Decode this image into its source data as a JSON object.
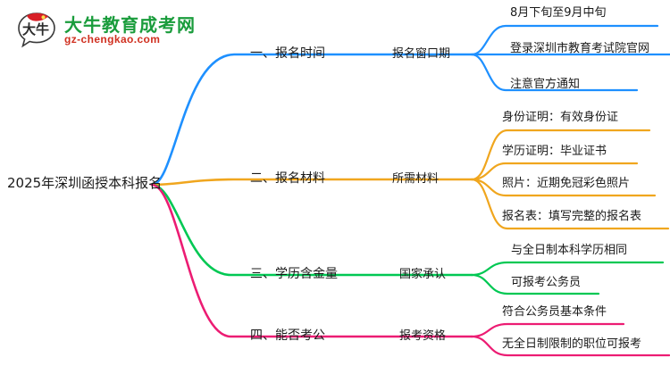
{
  "logo": {
    "mark_name": "daniu-speech-bubble-logo",
    "title_cn": "大牛教育成考网",
    "title_en": "gz-chengkao.com",
    "mark_text": "大牛"
  },
  "mindmap": {
    "root": {
      "label": "2025年深圳函授本科报名"
    },
    "colors": {
      "blue": "#1E90FF",
      "orange": "#F0A61E",
      "green": "#00C853",
      "pink": "#EC1C73"
    },
    "branches": [
      {
        "color_key": "blue",
        "color": "#1E90FF",
        "level1": "一、报名时间",
        "level2": "报名窗口期",
        "leaves": [
          "8月下旬至9月中旬",
          "登录深圳市教育考试院官网",
          "注意官方通知"
        ]
      },
      {
        "color_key": "orange",
        "color": "#F0A61E",
        "level1": "二、报名材料",
        "level2": "所需材料",
        "leaves": [
          "身份证明：有效身份证",
          "学历证明：毕业证书",
          "照片：近期免冠彩色照片",
          "报名表：填写完整的报名表"
        ]
      },
      {
        "color_key": "green",
        "color": "#00C853",
        "level1": "三、学历含金量",
        "level2": "国家承认",
        "leaves": [
          "与全日制本科学历相同",
          "可报考公务员"
        ]
      },
      {
        "color_key": "pink",
        "color": "#EC1C73",
        "level1": "四、能否考公",
        "level2": "报考资格",
        "leaves": [
          "符合公务员基本条件",
          "无全日制限制的职位可报考"
        ]
      }
    ]
  }
}
